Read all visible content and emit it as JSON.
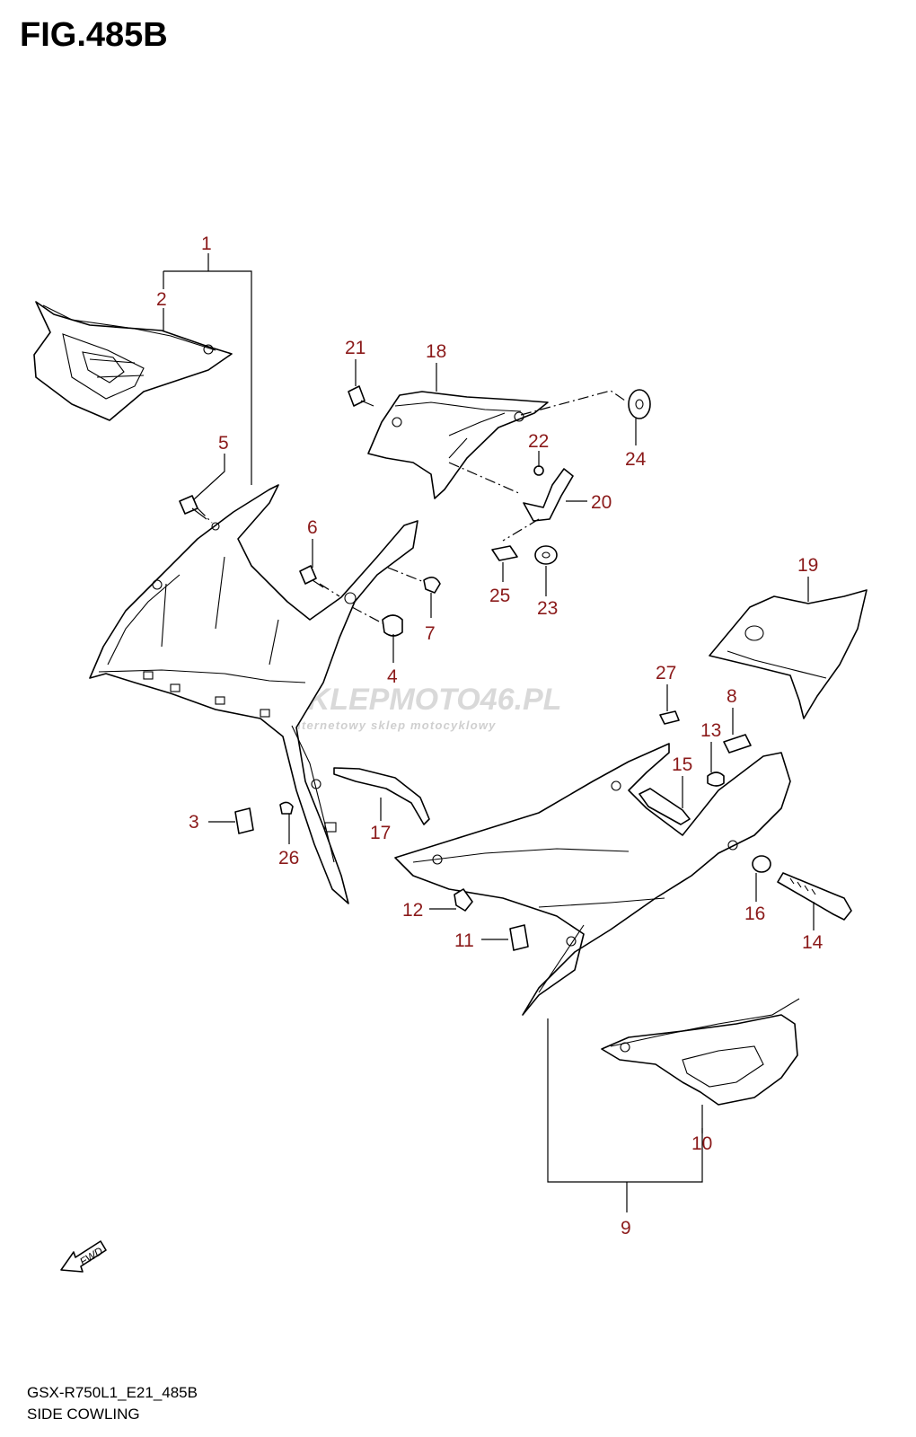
{
  "figure": {
    "title": "FIG.485B",
    "model_code": "GSX-R750L1_E21_485B",
    "section_name": "SIDE COWLING"
  },
  "watermark": {
    "main_left": "SKLEP",
    "main_mid": "MOTO",
    "main_num": "46",
    "main_right": ".PL",
    "tagline": "internetowy sklep motocyklowy"
  },
  "fwd_label": "FWD",
  "callouts": [
    "1",
    "2",
    "3",
    "4",
    "5",
    "6",
    "7",
    "8",
    "9",
    "10",
    "11",
    "12",
    "13",
    "14",
    "15",
    "16",
    "17",
    "18",
    "19",
    "20",
    "21",
    "22",
    "23",
    "24",
    "25",
    "26",
    "27"
  ],
  "colors": {
    "callout": "#8b1a1a",
    "watermark": "#d9d9d9",
    "line": "#000000"
  }
}
